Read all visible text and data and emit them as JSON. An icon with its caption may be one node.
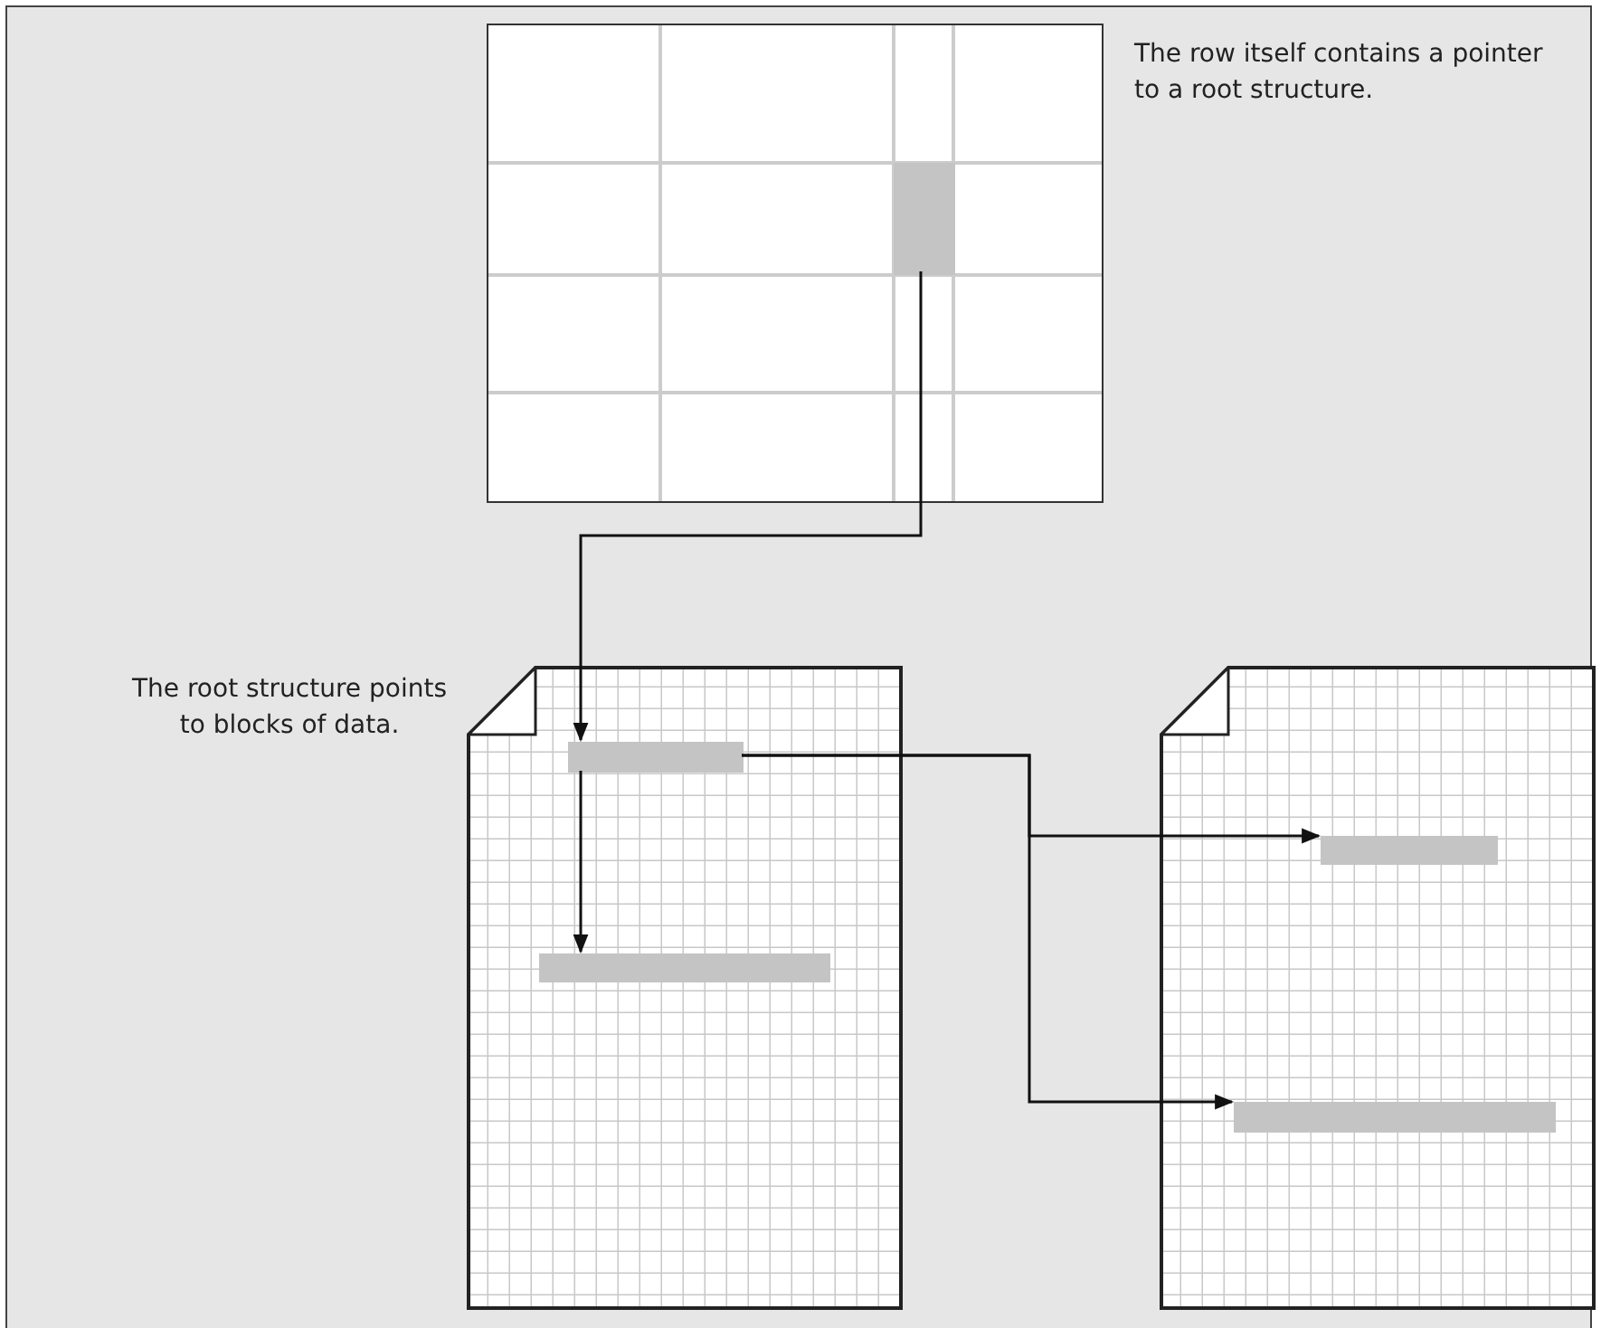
{
  "diagram": {
    "nodes": [
      {
        "text": [],
        "shape": "box"
      },
      {
        "text": [],
        "shape": "bar",
        "in": 0
      },
      {
        "text": [],
        "shape": "page"
      },
      {
        "text": [],
        "shape": "bar",
        "in": 2
      },
      {
        "text": [],
        "shape": "bar",
        "in": 2
      },
      {
        "text": [],
        "shape": "page"
      },
      {
        "text": [],
        "shape": "bar",
        "in": 5
      },
      {
        "text": [],
        "shape": "bar",
        "in": 5
      }
    ],
    "edges": [
      {
        "from": 1,
        "to": 3,
        "arrow": "to"
      },
      {
        "from": 3,
        "to": 4,
        "arrow": "to"
      },
      {
        "from": 3,
        "to": 6,
        "arrow": "to"
      },
      {
        "from": 3,
        "to": 7,
        "arrow": "to"
      }
    ],
    "labels": [
      "The row itself contains a pointer to a root structure.",
      "The root structure points to blocks of data."
    ]
  }
}
